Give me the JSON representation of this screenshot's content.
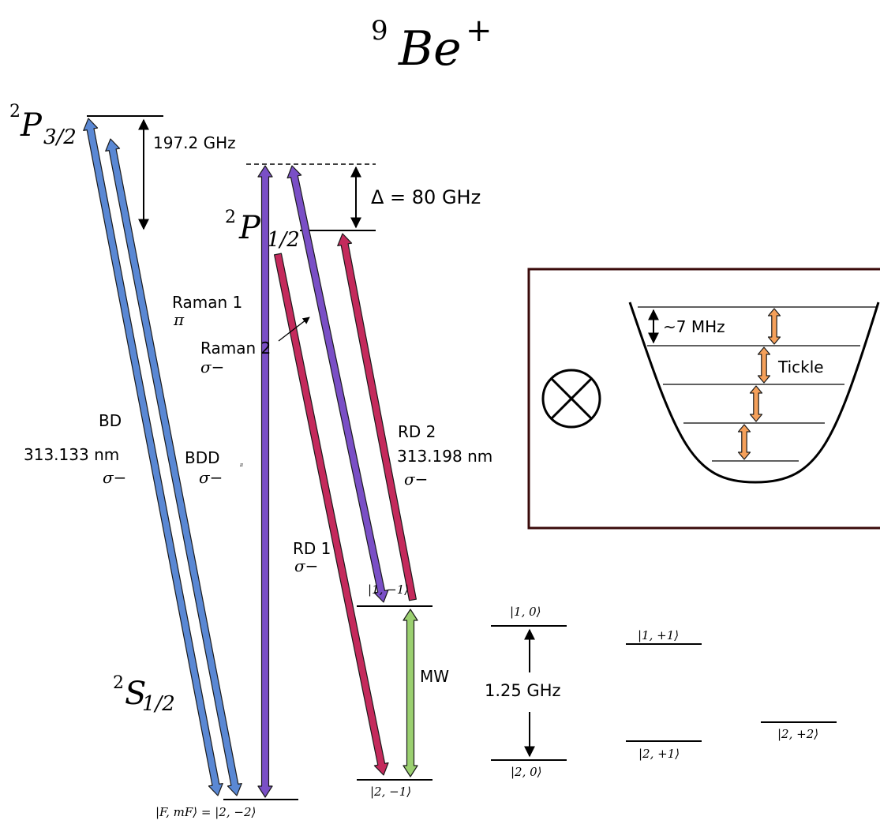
{
  "title": {
    "sup": "9",
    "main": "Be",
    "charge": "+"
  },
  "levels": {
    "p32": {
      "base": "P",
      "pre": "2",
      "sub": "3/2"
    },
    "p12": {
      "base": "P",
      "pre": "2",
      "sub": "1/2"
    },
    "s12": {
      "base": "S",
      "pre": "2",
      "sub": "1/2"
    }
  },
  "splittings": {
    "fine": "197.2 GHz",
    "detuning": "Δ = 80 GHz",
    "hyperfine": "1.25 GHz"
  },
  "beams": {
    "raman1": {
      "label": "Raman 1",
      "pol": "π"
    },
    "raman2": {
      "label": "Raman 2",
      "pol": "σ−"
    },
    "bd": {
      "label": "BD",
      "wavelength": "313.133 nm",
      "pol": "σ−"
    },
    "bdd": {
      "label": "BDD",
      "pol": "σ−",
      "tiny": "π"
    },
    "rd1": {
      "label": "RD 1",
      "pol": "σ−"
    },
    "rd2": {
      "label": "RD 2",
      "wavelength": "313.198 nm",
      "pol": "σ−"
    },
    "mw": {
      "label": "MW"
    }
  },
  "states": {
    "s_1_m1": "|1, −1⟩",
    "s_1_0": "|1, 0⟩",
    "s_1_p1": "|1, +1⟩",
    "s_2_m2": "|F, mF⟩ = |2, −2⟩",
    "s_2_m1": "|2, −1⟩",
    "s_2_0": "|2, 0⟩",
    "s_2_p1": "|2, +1⟩",
    "s_2_p2": "|2, +2⟩"
  },
  "inset": {
    "spacing": "~7 MHz",
    "tickle": "Tickle",
    "field_icon": "field-into-page-icon"
  },
  "colors": {
    "blue": "#5a88d4",
    "violet": "#7a4fc6",
    "crimson": "#c42a5c",
    "green": "#9bd070",
    "orange": "#f5a05a",
    "inset_border": "#3a0a0a"
  }
}
